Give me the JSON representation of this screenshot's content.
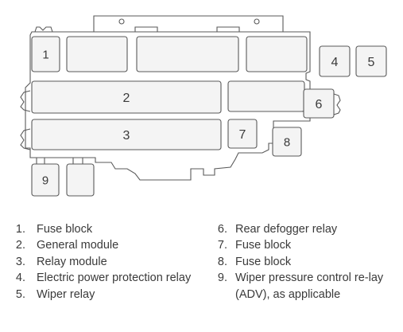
{
  "diagram": {
    "labels": {
      "b1": "1",
      "b2": "2",
      "b3": "3",
      "b4": "4",
      "b5": "5",
      "b6": "6",
      "b7": "7",
      "b8": "8",
      "b9": "9"
    },
    "line_color": "#5a5a5a",
    "box_fill": "#f4f4f4"
  },
  "legend": {
    "left": [
      {
        "num": "1.",
        "text": "Fuse block"
      },
      {
        "num": "2.",
        "text": "General module"
      },
      {
        "num": "3.",
        "text": "Relay module"
      },
      {
        "num": "4.",
        "text": "Electric power protection relay"
      },
      {
        "num": "5.",
        "text": "Wiper relay"
      }
    ],
    "right": [
      {
        "num": "6.",
        "text": "Rear defogger relay"
      },
      {
        "num": "7.",
        "text": "Fuse block"
      },
      {
        "num": "8.",
        "text": "Fuse block"
      },
      {
        "num": "9.",
        "text": "Wiper pressure control re-lay (ADV), as applicable"
      }
    ]
  }
}
